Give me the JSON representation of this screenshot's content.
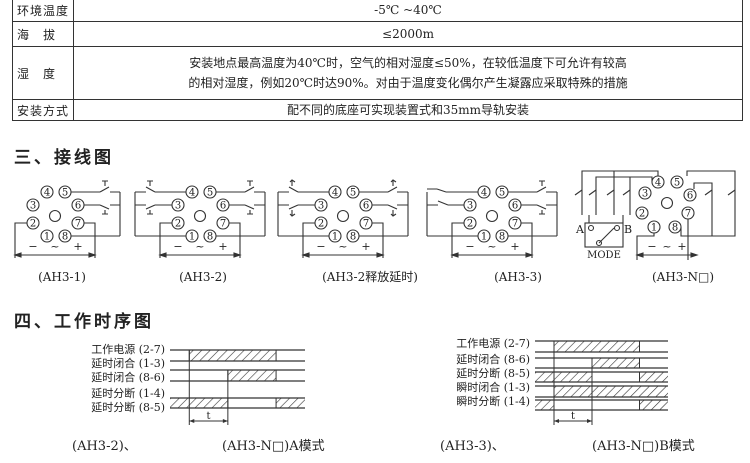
{
  "spec_table": [
    {
      "key": "环境温度",
      "value": "-5℃ ~40℃"
    },
    {
      "key": "海　拔",
      "value": "≤2000m"
    },
    {
      "key": "湿　度",
      "value": "安装地点最高温度为40℃时，空气的相对湿度≤50%，在较低温度下可允许有较高的相对湿度，例如20℃时达90%。对由于温度变化偶尔产生凝露应采取特殊的措施"
    },
    {
      "key": "安装方式",
      "value": "配不同的底座可实现装置式和35mm导轨安装"
    }
  ],
  "wiring": {
    "title": "三、接线图",
    "pins": [
      "1",
      "2",
      "3",
      "4",
      "5",
      "6",
      "7",
      "8"
    ],
    "supply_labels": {
      "minus": "−",
      "ac": "~",
      "plus": "+"
    },
    "mode_box": {
      "label": "MODE",
      "a": "A",
      "b": "B"
    },
    "diagrams": [
      {
        "label": "(AH3-1)"
      },
      {
        "label": "(AH3-2)"
      },
      {
        "label": "(AH3-2释放延时)"
      },
      {
        "label": "(AH3-3)"
      },
      {
        "label": "(AH3-N□)"
      }
    ]
  },
  "timing": {
    "title": "四、工作时序图",
    "t_label": "t",
    "diagrams": [
      {
        "caption_left": "(AH3-2)、",
        "caption_right": "(AH3-N□)A模式",
        "timeline": {
          "end": 7,
          "on": 1,
          "t_end": 3,
          "off": 5.5
        },
        "labels": [
          "工作电源 (2-7)",
          "延时闭合 (1-3)",
          "延时闭合 (8-6)",
          "延时分断 (1-4)",
          "延时分断 (8-5)"
        ],
        "rows": [
          {
            "name": "工作电源",
            "on": [
              [
                1,
                5.5
              ]
            ]
          },
          {
            "name": "延时闭合",
            "on": [
              [
                3,
                5.5
              ]
            ]
          },
          {
            "name": "延时分断",
            "on": [
              [
                0,
                3
              ],
              [
                5.5,
                7
              ]
            ]
          }
        ]
      },
      {
        "caption_left": "(AH3-3)、",
        "caption_right": "(AH3-N□)B模式",
        "timeline": {
          "end": 7,
          "on": 1,
          "t_end": 3,
          "off": 5.5
        },
        "labels": [
          "工作电源 (2-7)",
          "延时闭合 (8-6)",
          "延时分断 (8-5)",
          "瞬时闭合 (1-3)",
          "瞬时分断 (1-4)"
        ],
        "rows": [
          {
            "name": "工作电源 (2-7)",
            "on": [
              [
                1,
                5.5
              ]
            ]
          },
          {
            "name": "延时闭合 (8-6)",
            "on": [
              [
                3,
                5.5
              ]
            ]
          },
          {
            "name": "延时分断 (8-5)",
            "on": [
              [
                0,
                3
              ],
              [
                5.5,
                7
              ]
            ]
          },
          {
            "name": "瞬时闭合 (1-3)",
            "on": [
              [
                1,
                7
              ]
            ]
          },
          {
            "name": "瞬时分断 (1-4)",
            "on": [
              [
                0,
                1
              ],
              [
                5.5,
                7
              ]
            ]
          }
        ]
      }
    ]
  }
}
